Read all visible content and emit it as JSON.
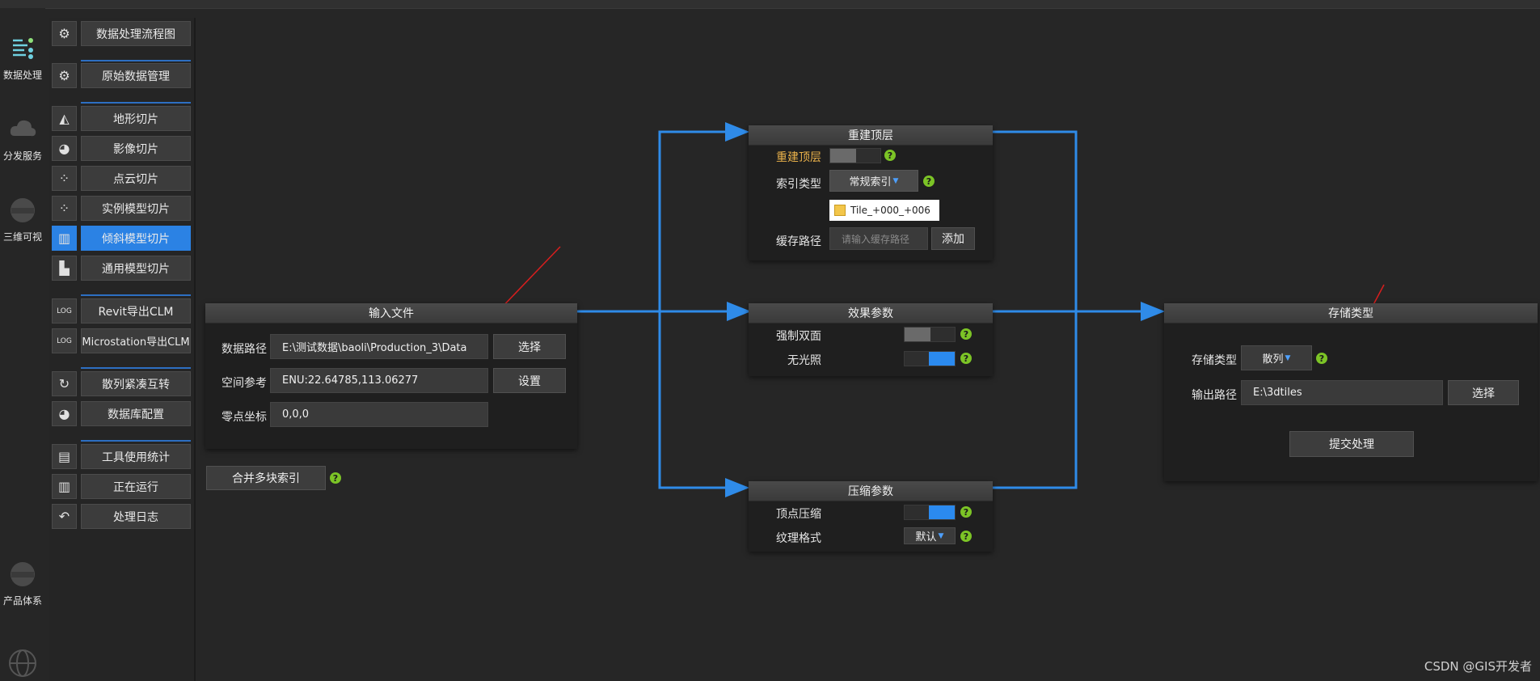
{
  "rail": [
    {
      "label": "数据处理",
      "icon": "flow-icon"
    },
    {
      "label": "分发服务",
      "icon": "cloud-icon"
    },
    {
      "label": "三维可视",
      "icon": "globe-badge-icon"
    },
    {
      "label": "产品体系",
      "icon": "globe-badge-icon"
    }
  ],
  "tools": {
    "group1": [
      {
        "label": "数据处理流程图",
        "icon": "gear-icon"
      },
      {
        "label": "原始数据管理",
        "icon": "gear-icon"
      }
    ],
    "group2": [
      {
        "label": "地形切片",
        "icon": "terrain-icon"
      },
      {
        "label": "影像切片",
        "icon": "image-icon"
      },
      {
        "label": "点云切片",
        "icon": "pointcloud-icon"
      },
      {
        "label": "实例模型切片",
        "icon": "pointcloud-icon"
      },
      {
        "label": "倾斜模型切片",
        "icon": "building-icon",
        "active": true
      },
      {
        "label": "通用模型切片",
        "icon": "building-icon"
      }
    ],
    "group3": [
      {
        "label": "Revit导出CLM",
        "icon": "logo-icon"
      },
      {
        "label": "Microstation导出CLM",
        "icon": "logo-icon"
      }
    ],
    "group4": [
      {
        "label": "散列紧凑互转",
        "icon": "refresh-icon"
      },
      {
        "label": "数据库配置",
        "icon": "image-icon"
      }
    ],
    "group5": [
      {
        "label": "工具使用统计",
        "icon": "document-icon"
      },
      {
        "label": "正在运行",
        "icon": "building-icon"
      },
      {
        "label": "处理日志",
        "icon": "undo-icon"
      }
    ]
  },
  "input_panel": {
    "title": "输入文件",
    "data_path_label": "数据路径",
    "data_path_value": "E:\\测试数据\\baoli\\Production_3\\Data",
    "select_label": "选择",
    "spatial_ref_label": "空间参考",
    "spatial_ref_value": "ENU:22.64785,113.06277",
    "set_label": "设置",
    "origin_label": "零点坐标",
    "origin_value": "0,0,0"
  },
  "merge_button": "合并多块索引",
  "rebuild_panel": {
    "title": "重建顶层",
    "rebuild_label": "重建顶层",
    "rebuild_on": false,
    "index_type_label": "索引类型",
    "index_type_value": "常规索引",
    "tile_name": "Tile_+000_+006",
    "cache_path_label": "缓存路径",
    "cache_path_placeholder": "请输入缓存路径",
    "add_label": "添加"
  },
  "effect_panel": {
    "title": "效果参数",
    "double_side_label": "强制双面",
    "double_side_on": false,
    "no_light_label": "无光照",
    "no_light_on": true
  },
  "compress_panel": {
    "title": "压缩参数",
    "vertex_label": "顶点压缩",
    "vertex_on": true,
    "texture_label": "纹理格式",
    "texture_value": "默认"
  },
  "storage_panel": {
    "title": "存储类型",
    "storage_type_label": "存储类型",
    "storage_type_value": "散列",
    "output_path_label": "输出路径",
    "output_path_value": "E:\\3dtiles",
    "select_label": "选择",
    "submit_label": "提交处理"
  },
  "help_glyph": "?",
  "caret_glyph": "▼",
  "watermark": "CSDN @GIS开发者",
  "colors": {
    "accent": "#2b82e4",
    "connector": "#2f8be8",
    "help": "#7cc426",
    "arrow": "#d81e1e",
    "warn_label": "#e8b04a"
  }
}
